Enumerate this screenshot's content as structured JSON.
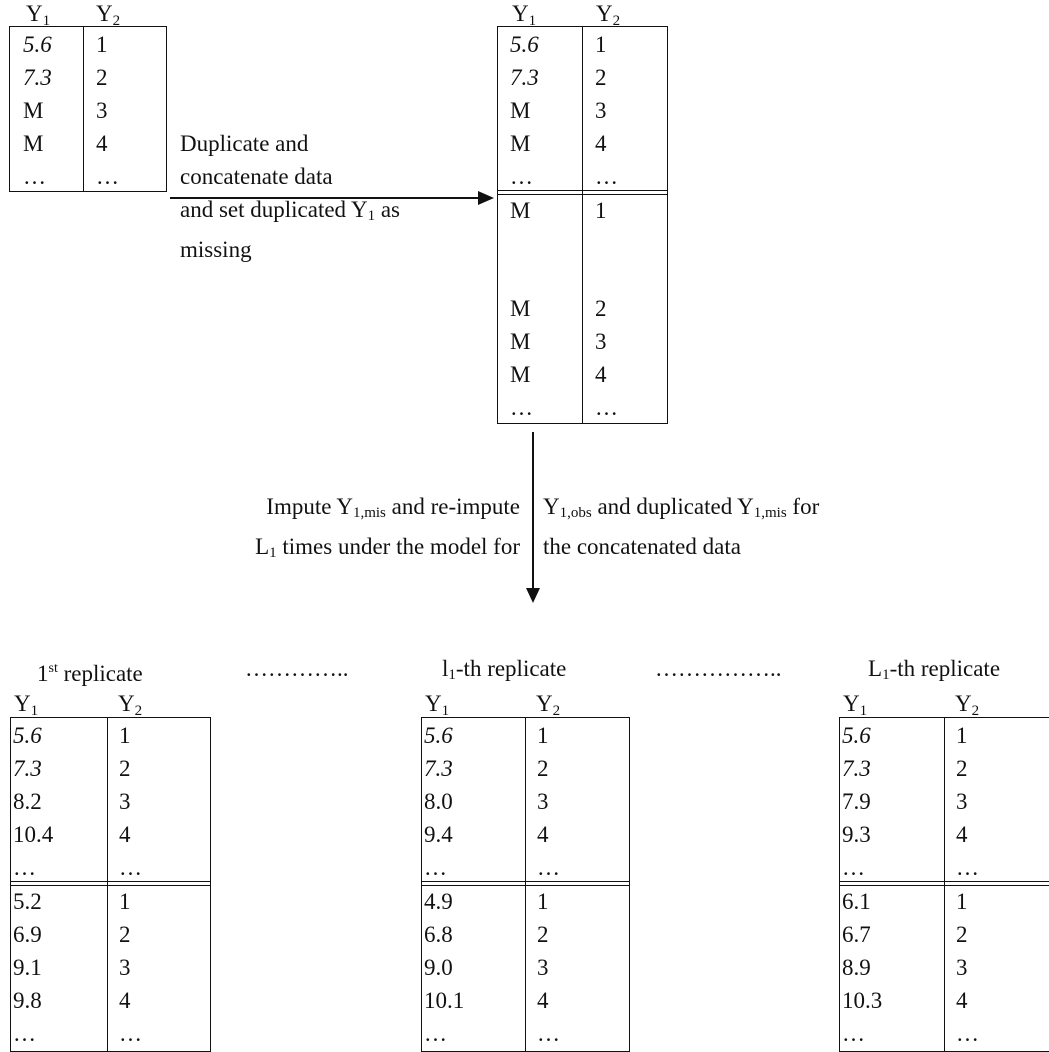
{
  "col_headers": {
    "y1_main": "Y",
    "y1_sub": "1",
    "y2_main": "Y",
    "y2_sub": "2"
  },
  "original_table": {
    "y1": [
      "5.6",
      "7.3",
      "M",
      "M",
      "…"
    ],
    "y2": [
      "1",
      "2",
      "3",
      "4",
      "…"
    ]
  },
  "concat_table": {
    "top_y1": [
      "5.6",
      "7.3",
      "M",
      "M",
      "…"
    ],
    "top_y2": [
      "1",
      "2",
      "3",
      "4",
      "…"
    ],
    "bottom_y1": [
      "M",
      "M",
      "M",
      "M",
      "…"
    ],
    "bottom_y2": [
      "1",
      "2",
      "3",
      "4",
      "…"
    ]
  },
  "step1_label": {
    "line1": "Duplicate and",
    "line2": "concatenate data",
    "line3_pre": "and set duplicated Y",
    "line3_sub": "1",
    "line3_post": " as",
    "line4": "missing"
  },
  "step2_label": {
    "left1_pre": "Impute Y",
    "left1_sub": "1,mis",
    "left1_post": " and re-impute",
    "left2_pre": "L",
    "left2_sub": "1",
    "left2_post": " times under the model for",
    "right1_pre": "Y",
    "right1_sub": "1,obs",
    "right1_mid": " and duplicated Y",
    "right1_sub2": "1,mis",
    "right1_post": " for",
    "right2": "the concatenated data"
  },
  "replicates": [
    {
      "title_pre": "1",
      "title_sup": "st",
      "title_sub": "",
      "title_post": " replicate",
      "top_y1": [
        "5.6",
        "7.3",
        "8.2",
        "10.4",
        "…"
      ],
      "top_y2": [
        "1",
        "2",
        "3",
        "4",
        "…"
      ],
      "bottom_y1": [
        "5.2",
        "6.9",
        "9.1",
        "9.8",
        "…"
      ],
      "bottom_y2": [
        "1",
        "2",
        "3",
        "4",
        "…"
      ]
    },
    {
      "title_pre": "l",
      "title_sup": "",
      "title_sub": "1",
      "title_post": "-th replicate",
      "top_y1": [
        "5.6",
        "7.3",
        "8.0",
        "9.4",
        "…"
      ],
      "top_y2": [
        "1",
        "2",
        "3",
        "4",
        "…"
      ],
      "bottom_y1": [
        "4.9",
        "6.8",
        "9.0",
        "10.1",
        "…"
      ],
      "bottom_y2": [
        "1",
        "2",
        "3",
        "4",
        "…"
      ]
    },
    {
      "title_pre": "L",
      "title_sup": "",
      "title_sub": "1",
      "title_post": "-th replicate",
      "top_y1": [
        "5.6",
        "7.3",
        "7.9",
        "9.3",
        "…"
      ],
      "top_y2": [
        "1",
        "2",
        "3",
        "4",
        "…"
      ],
      "bottom_y1": [
        "6.1",
        "6.7",
        "8.9",
        "10.3",
        "…"
      ],
      "bottom_y2": [
        "1",
        "2",
        "3",
        "4",
        "…"
      ]
    }
  ],
  "ellipsis_1": "…………..",
  "ellipsis_2": "……………..",
  "italic_values": [
    "5.6",
    "7.3"
  ]
}
